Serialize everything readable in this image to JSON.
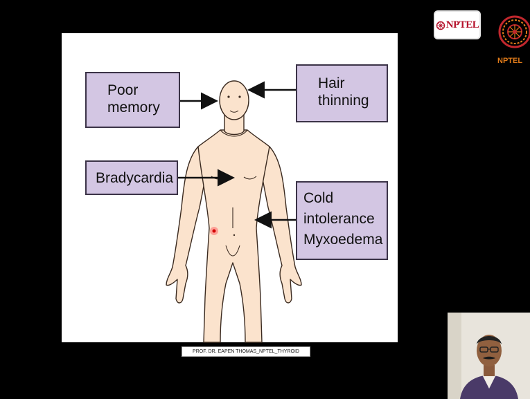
{
  "slide": {
    "callouts": {
      "poor_memory": [
        "Poor",
        "memory"
      ],
      "hair_thinning": [
        "Hair",
        "thinning"
      ],
      "bradycardia": [
        "Bradycardia"
      ],
      "cold_intolerance": [
        "Cold",
        "intolerance",
        "Myxoedema"
      ]
    },
    "footer": "PROF. DR. EAPEN THOMAS_NPTEL_THYROID"
  },
  "logos": {
    "badge_text": "NPTEL",
    "wheel_label": "NPTEL"
  },
  "colors": {
    "callout_fill": "#d3c6e3",
    "callout_border": "#3b3347",
    "skin": "#fbe3cd",
    "brand_red": "#b5122b",
    "brand_orange": "#e07b1a"
  }
}
